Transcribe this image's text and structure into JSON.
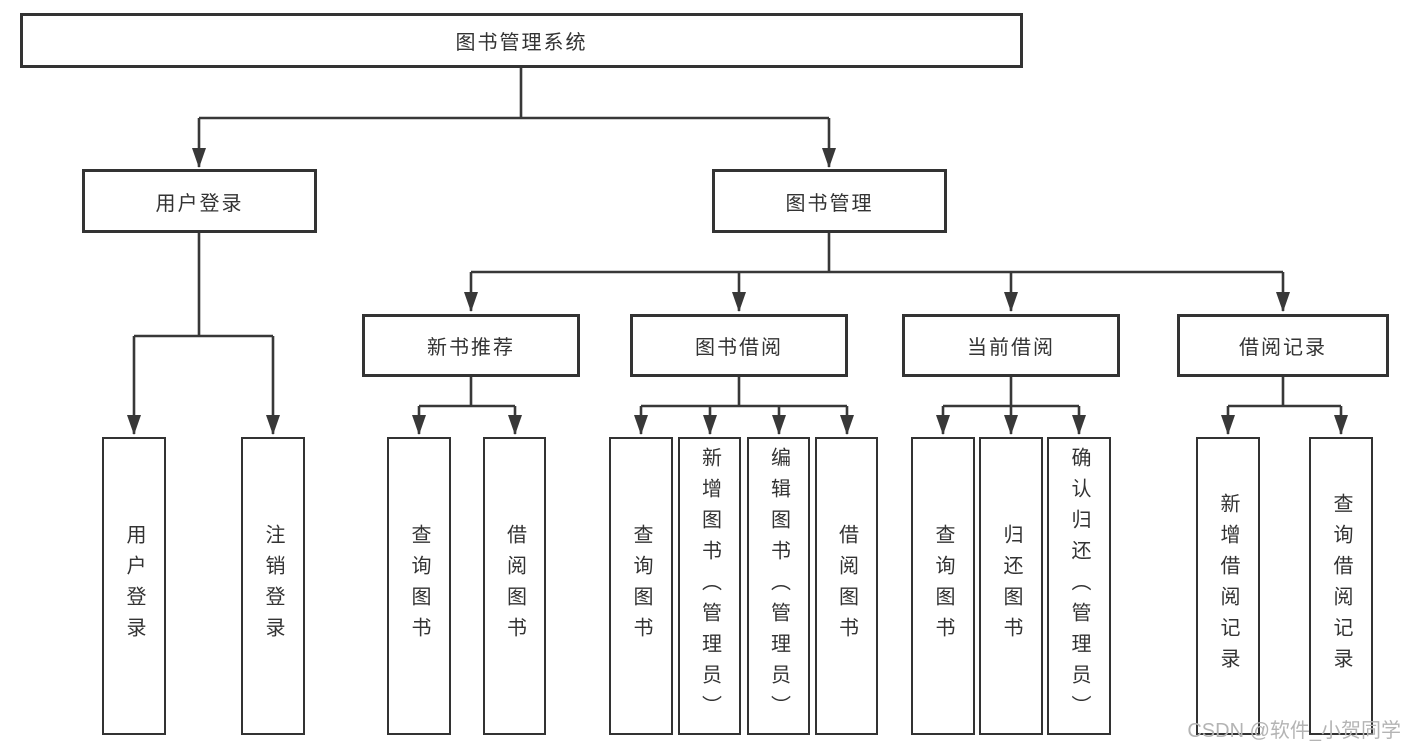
{
  "diagram": {
    "root": {
      "label": "图书管理系统"
    },
    "branches": {
      "user_login": {
        "label": "用户登录",
        "children": [
          {
            "label": "用户登录"
          },
          {
            "label": "注销登录"
          }
        ]
      },
      "book_management": {
        "label": "图书管理",
        "sections": [
          {
            "label": "新书推荐",
            "children": [
              {
                "label": "查询图书"
              },
              {
                "label": "借阅图书"
              }
            ]
          },
          {
            "label": "图书借阅",
            "children": [
              {
                "label": "查询图书"
              },
              {
                "label": "新增图书（管理员）"
              },
              {
                "label": "编辑图书（管理员）"
              },
              {
                "label": "借阅图书"
              }
            ]
          },
          {
            "label": "当前借阅",
            "children": [
              {
                "label": "查询图书"
              },
              {
                "label": "归还图书"
              },
              {
                "label": "确认归还（管理员）"
              }
            ]
          },
          {
            "label": "借阅记录",
            "children": [
              {
                "label": "新增借阅记录"
              },
              {
                "label": "查询借阅记录"
              }
            ]
          }
        ]
      }
    },
    "line_color": "#383838"
  },
  "watermark": "CSDN @软件_小贺同学"
}
